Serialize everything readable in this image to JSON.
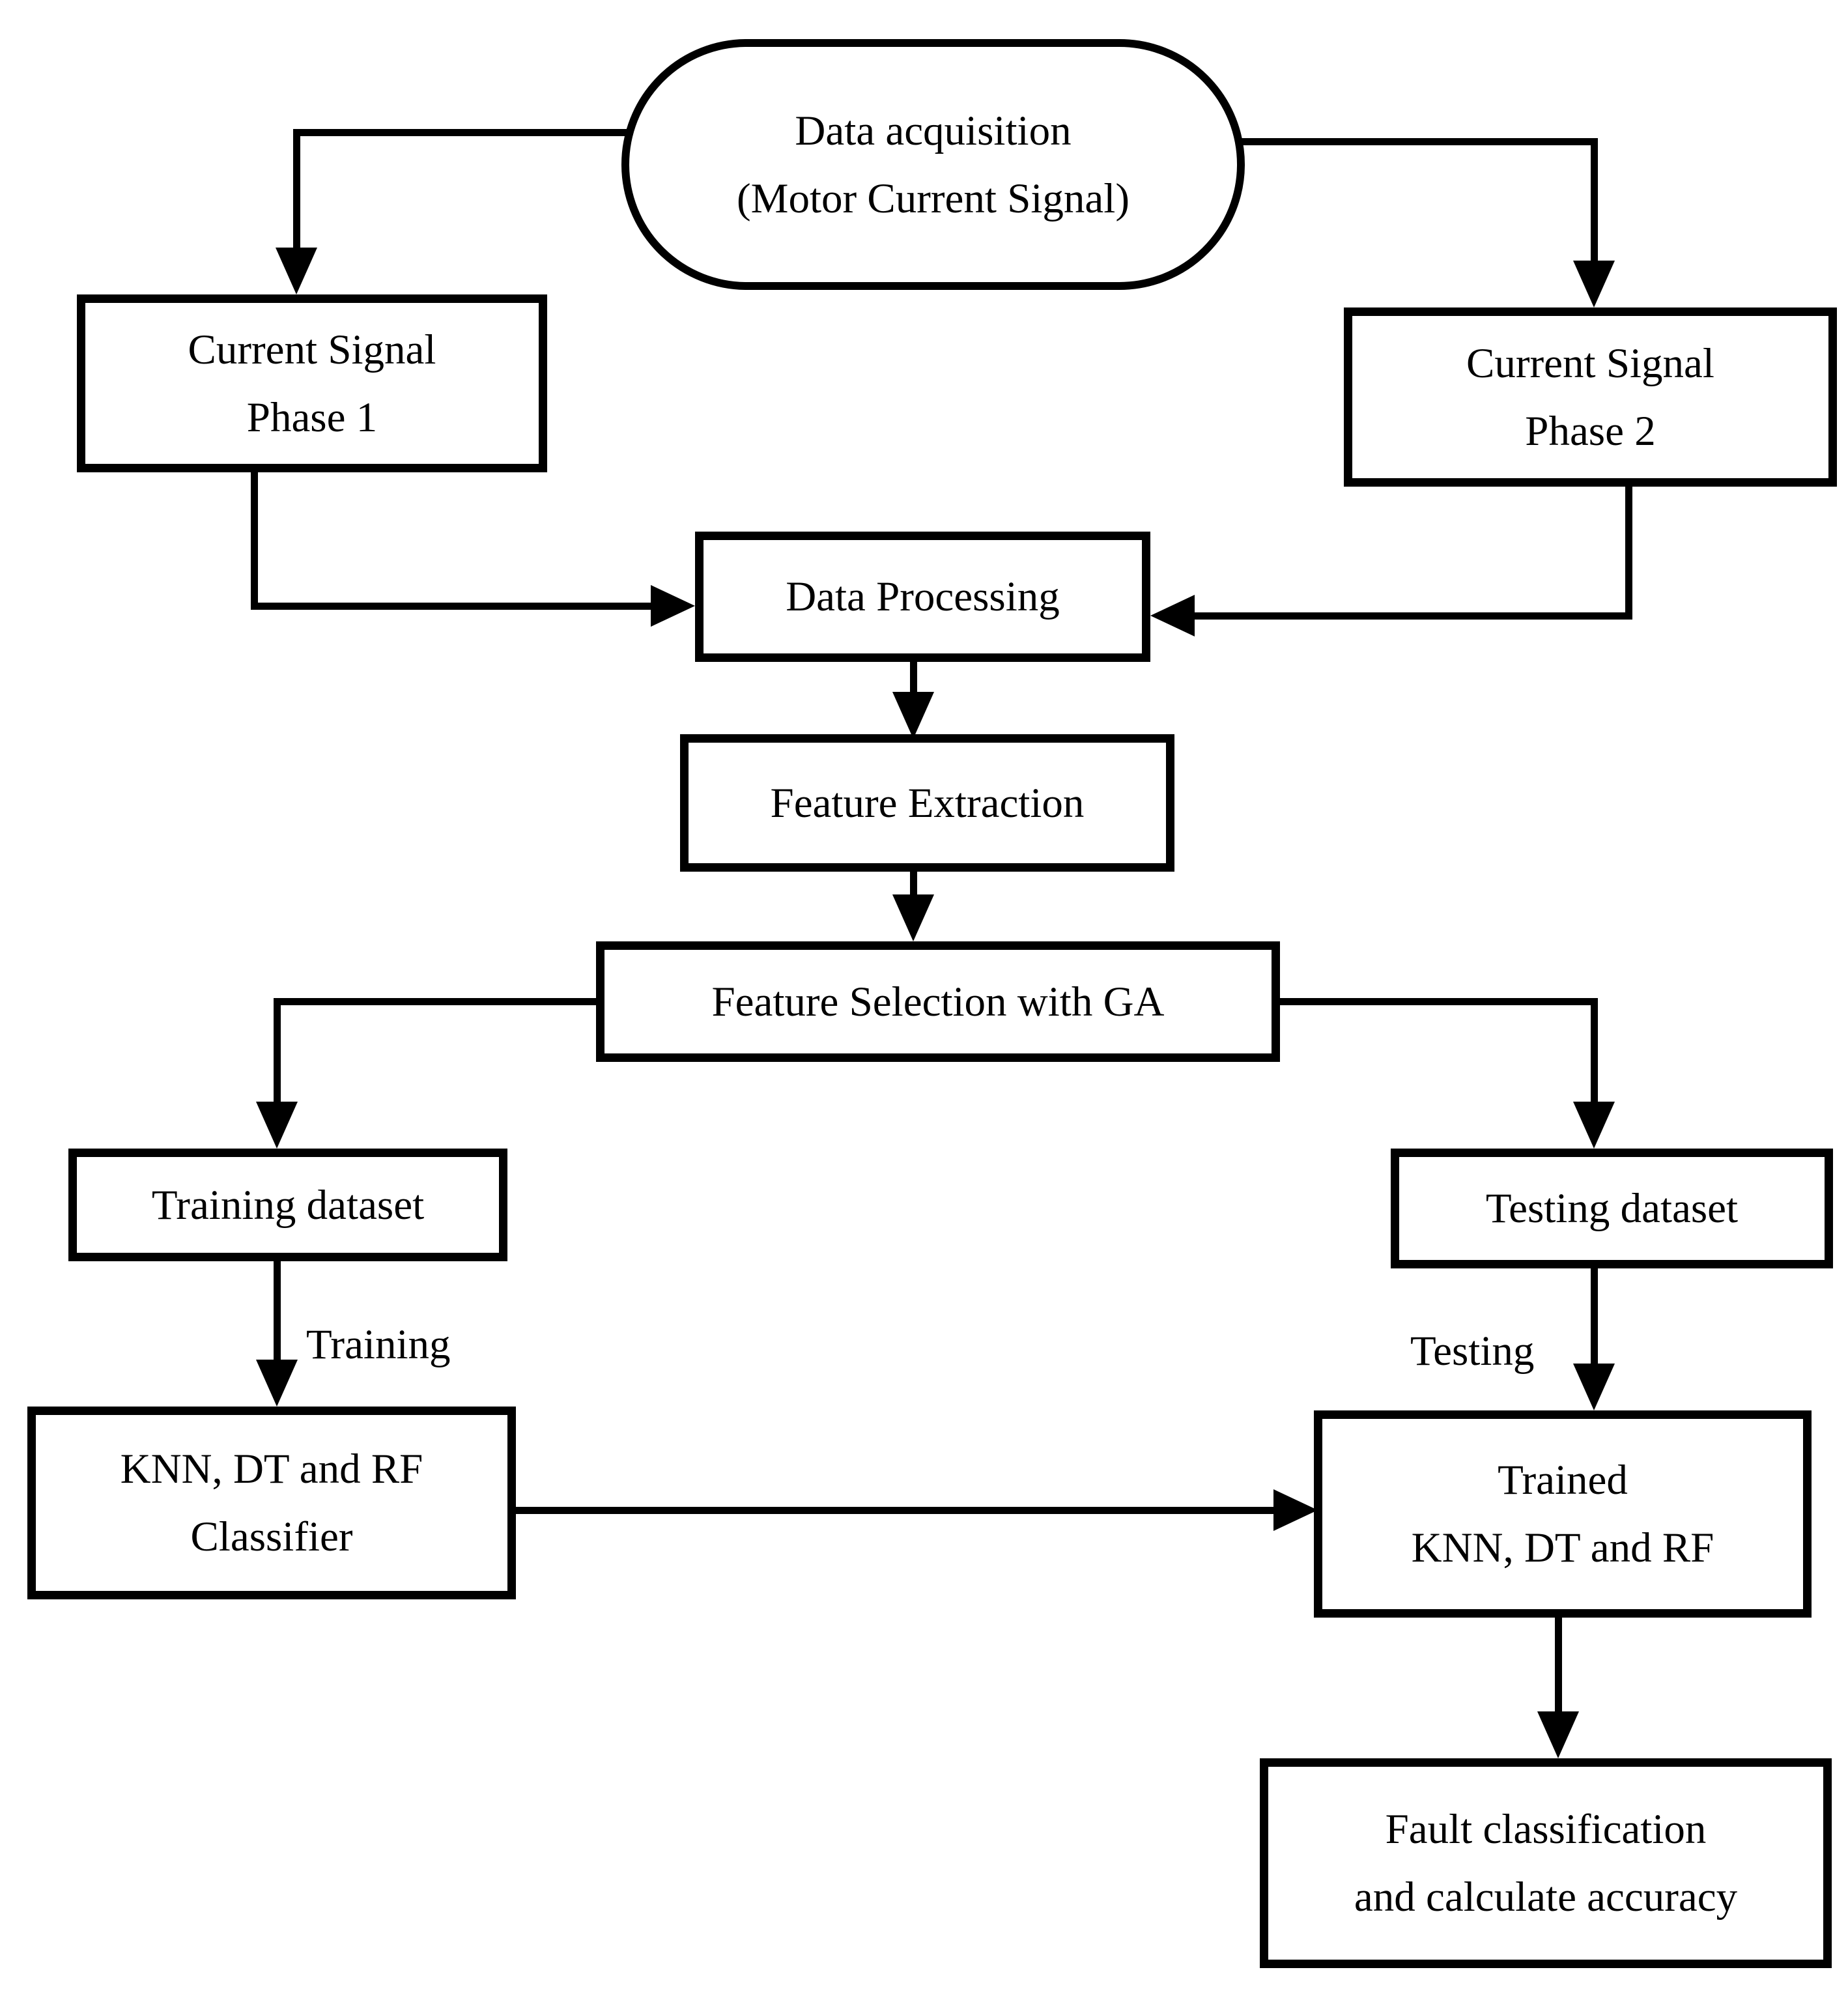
{
  "diagram": {
    "background_color": "#ffffff",
    "line_color": "#000000",
    "nodes": {
      "data_acquisition": {
        "lines": [
          "Data acquisition",
          "(Motor Current Signal)"
        ]
      },
      "current_signal_phase1": {
        "lines": [
          "Current Signal",
          "Phase 1"
        ]
      },
      "current_signal_phase2": {
        "lines": [
          "Current Signal",
          "Phase 2"
        ]
      },
      "data_processing": {
        "lines": [
          "Data Processing"
        ]
      },
      "feature_extraction": {
        "lines": [
          "Feature Extraction"
        ]
      },
      "feature_selection_ga": {
        "lines": [
          "Feature Selection with GA"
        ]
      },
      "training_dataset": {
        "lines": [
          "Training dataset"
        ]
      },
      "testing_dataset": {
        "lines": [
          "Testing dataset"
        ]
      },
      "knn_dt_rf_classifier": {
        "lines": [
          "KNN, DT and RF",
          "Classifier"
        ]
      },
      "trained_knn_dt_rf": {
        "lines": [
          "Trained",
          "KNN, DT and RF"
        ]
      },
      "fault_classification": {
        "lines": [
          "Fault classification",
          "and calculate accuracy"
        ]
      }
    },
    "edge_labels": {
      "training": "Training",
      "testing": "Testing"
    }
  }
}
